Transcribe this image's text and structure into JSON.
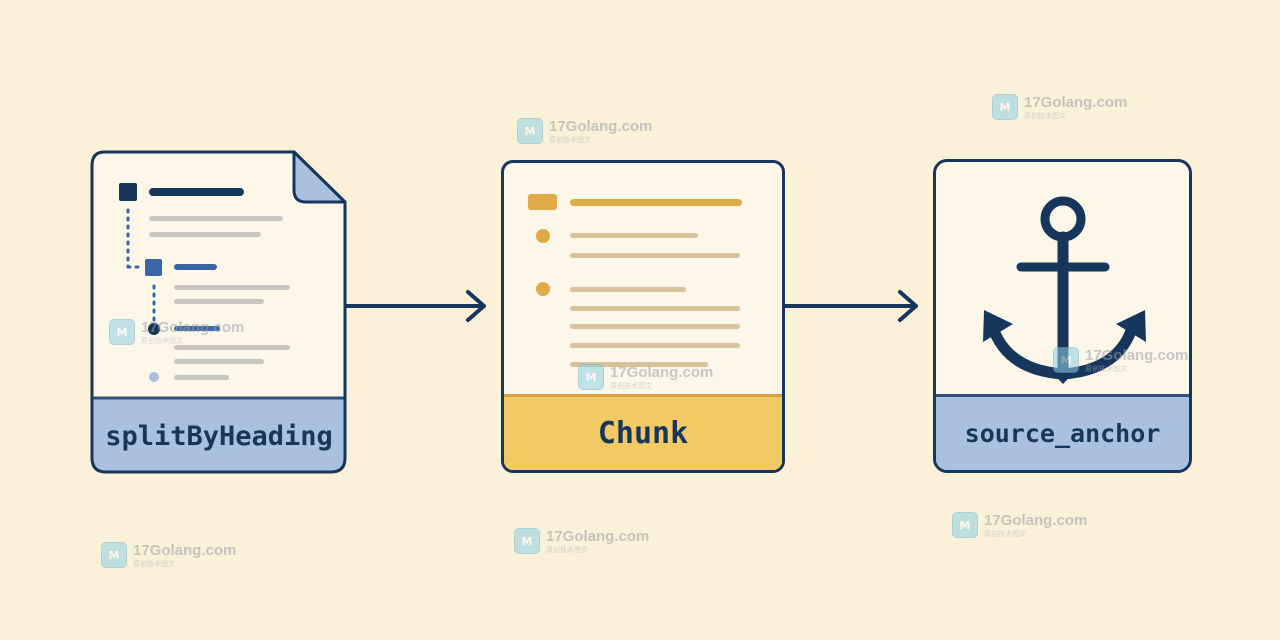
{
  "diagram": {
    "nodes": [
      {
        "id": "split",
        "label": "splitByHeading"
      },
      {
        "id": "chunk",
        "label": "Chunk"
      },
      {
        "id": "anchor",
        "label": "source_anchor"
      }
    ],
    "edges": [
      {
        "from": "split",
        "to": "chunk"
      },
      {
        "from": "chunk",
        "to": "anchor"
      }
    ]
  },
  "watermark": {
    "text": "17Golang.com",
    "subtext": "原创技术图文"
  },
  "colors": {
    "background": "#fbf1d9",
    "navy": "#17365c",
    "blue_footer": "#a9c1df",
    "gold_footer": "#f3c966",
    "gold_accent": "#e0aa47"
  }
}
